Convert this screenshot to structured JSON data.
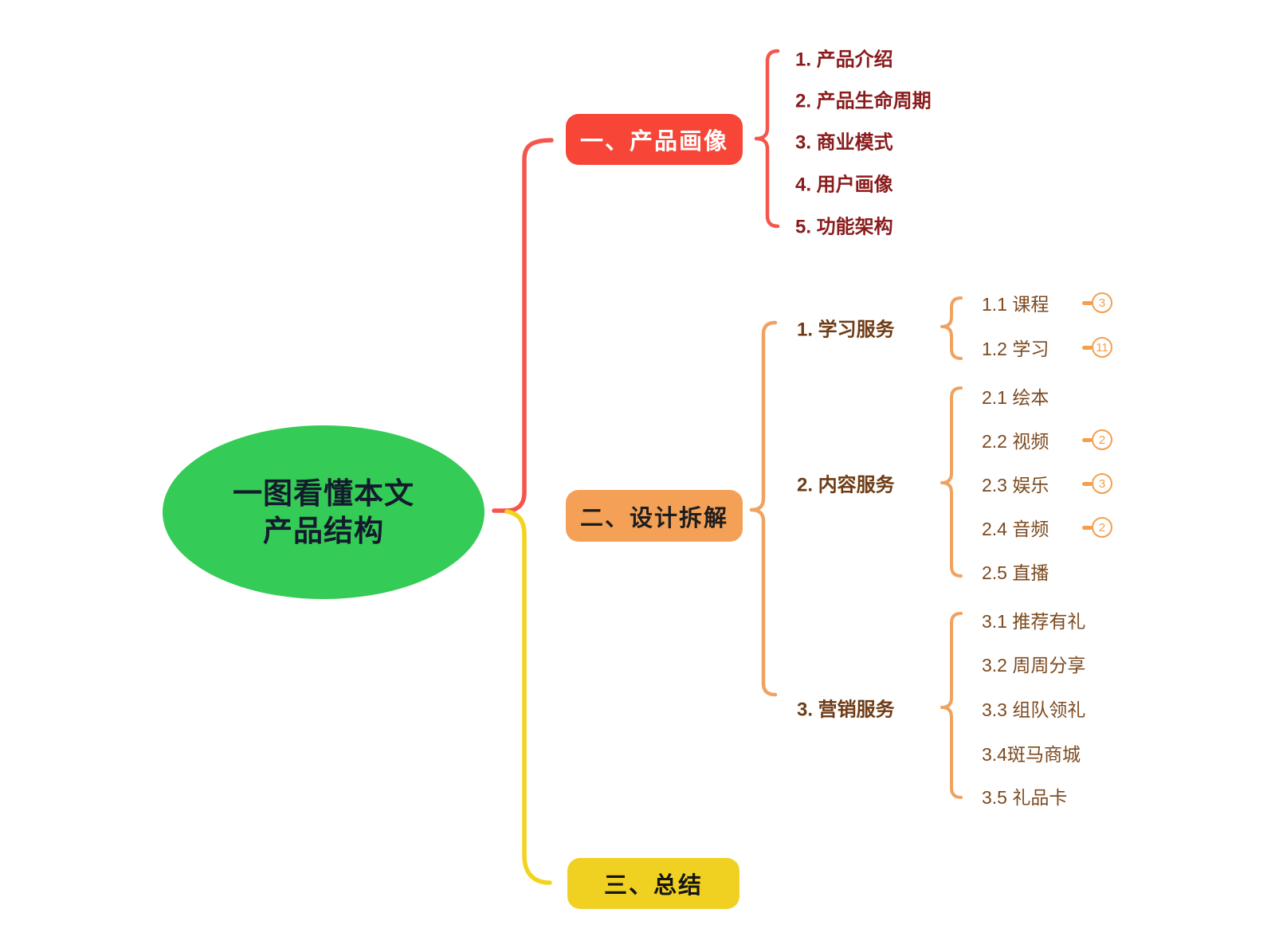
{
  "root": {
    "line1": "一图看懂本文",
    "line2": "产品结构"
  },
  "branch1": {
    "label": "一、产品画像",
    "items": [
      "1. 产品介绍",
      "2. 产品生命周期",
      "3. 商业模式",
      "4. 用户画像",
      "5. 功能架构"
    ]
  },
  "branch2": {
    "label": "二、设计拆解",
    "groups": [
      {
        "label": "1. 学习服务",
        "leaves": [
          {
            "text": "1.1 课程",
            "badge": "3"
          },
          {
            "text": "1.2 学习",
            "badge": "11"
          }
        ]
      },
      {
        "label": "2. 内容服务",
        "leaves": [
          {
            "text": "2.1 绘本"
          },
          {
            "text": "2.2 视频",
            "badge": "2"
          },
          {
            "text": "2.3 娱乐",
            "badge": "3"
          },
          {
            "text": "2.4 音频",
            "badge": "2"
          },
          {
            "text": "2.5 直播"
          }
        ]
      },
      {
        "label": "3. 营销服务",
        "leaves": [
          {
            "text": "3.1 推荐有礼"
          },
          {
            "text": "3.2 周周分享"
          },
          {
            "text": "3.3 组队领礼"
          },
          {
            "text": "3.4斑马商城"
          },
          {
            "text": "3.5 礼品卡"
          }
        ]
      }
    ]
  },
  "branch3": {
    "label": "三、总结"
  },
  "colors": {
    "root_fill": "#34cb56",
    "root_text": "#141b2d",
    "branch1_fill": "#f74638",
    "branch1_text": "#ffffff",
    "branch1_line": "#f5554b",
    "branch1_item_text": "#8a1b1c",
    "branch2_fill": "#f4a157",
    "branch2_line": "#f0a261",
    "branch2_group_text": "#6f3b15",
    "branch2_leaf_text": "#7c4a20",
    "badge_accent": "#f2a04e",
    "branch3_fill": "#f0d122",
    "branch3_line": "#f2d41e"
  }
}
